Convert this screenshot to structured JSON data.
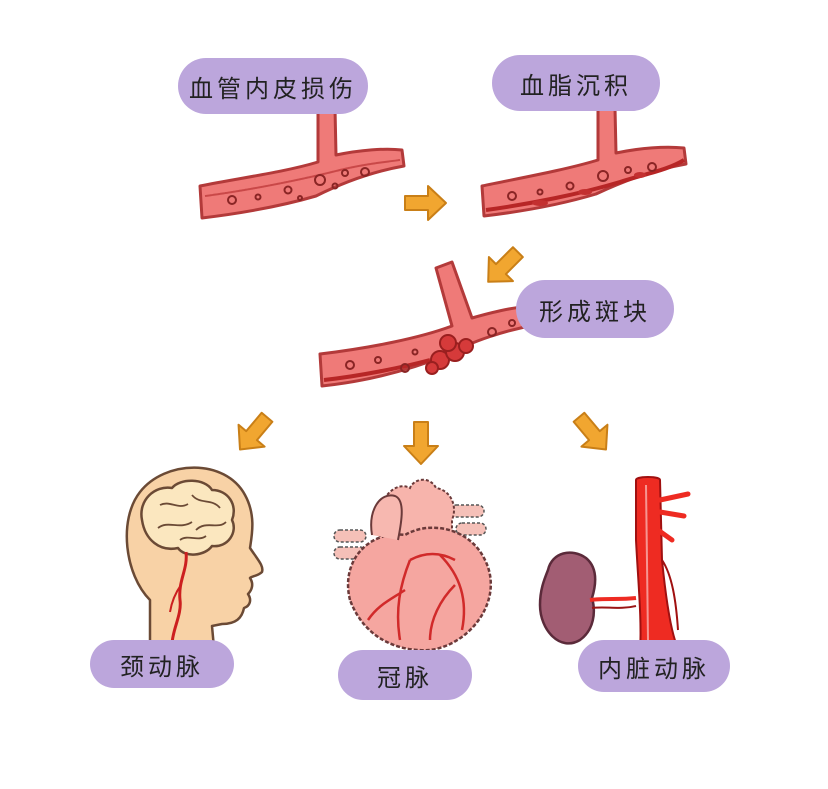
{
  "stages": {
    "damage": "血管内皮损伤",
    "deposit": "血脂沉积",
    "plaque": "形成斑块"
  },
  "targets": {
    "carotid": "颈动脉",
    "coronary": "冠脉",
    "renal": "内脏动脉"
  },
  "colors": {
    "pill": "#bca6dc",
    "vessel": "#ef7a78",
    "vessel_outline": "#b33a3a",
    "arrow": "#f1a630",
    "skin": "#f8d2a6",
    "brain": "#fbe7bf",
    "heart": "#f5a6a0",
    "aorta": "#ee2b22",
    "kidney": "#a25d73"
  }
}
